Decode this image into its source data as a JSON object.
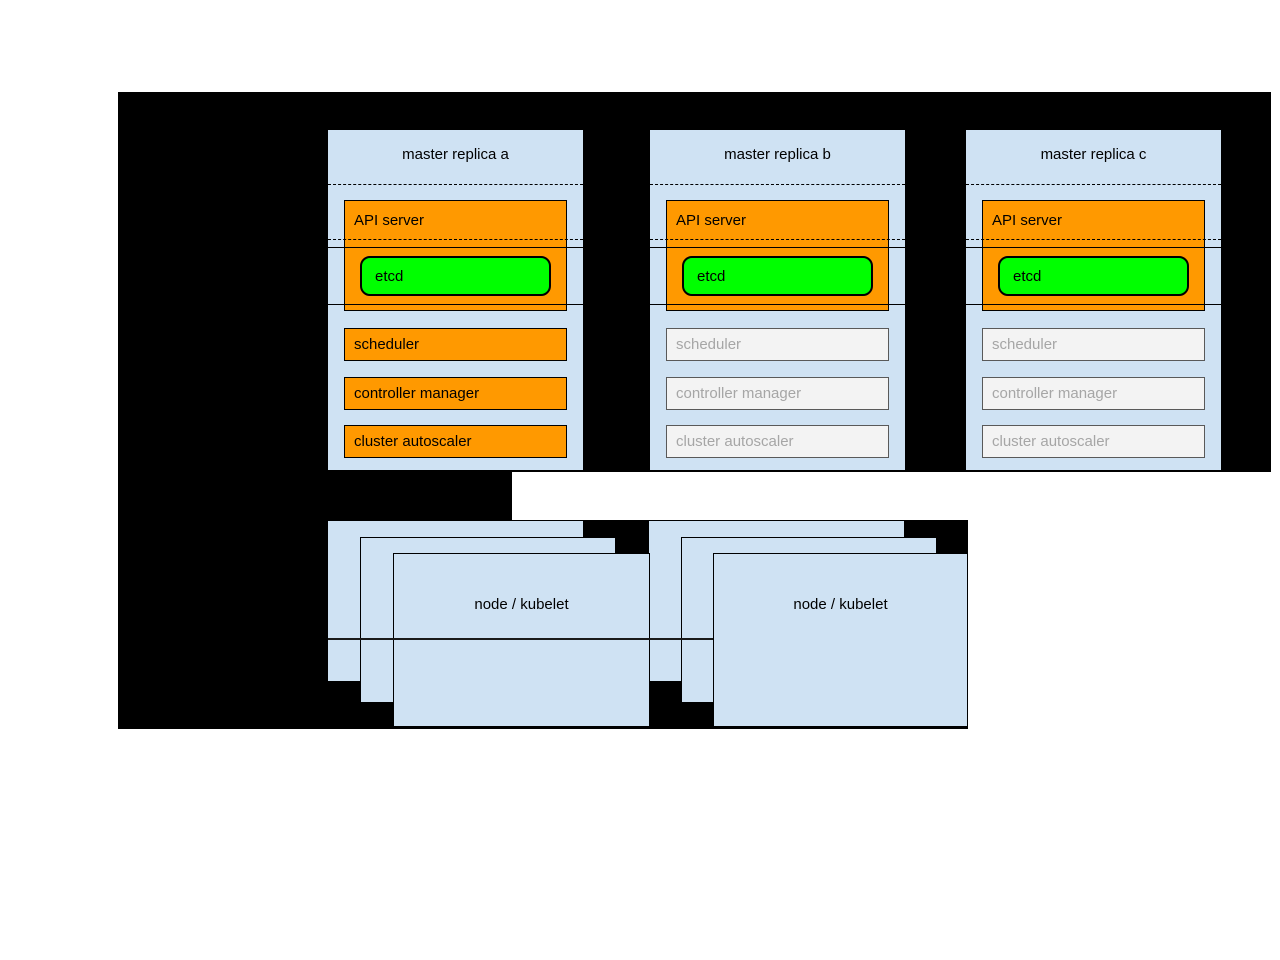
{
  "diagram": {
    "title_hint": "kubernetes-ha-masters-diagram",
    "labels": {
      "api_server": "API server",
      "etcd": "etcd",
      "scheduler": "scheduler",
      "controller_manager": "controller manager",
      "cluster_autoscaler": "cluster autoscaler"
    },
    "masters": [
      {
        "title": "master replica a",
        "components": {
          "api_server": "active",
          "etcd": "active",
          "scheduler": "active",
          "controller_manager": "active",
          "cluster_autoscaler": "active"
        }
      },
      {
        "title": "master replica b",
        "components": {
          "api_server": "active",
          "etcd": "active",
          "scheduler": "inactive",
          "controller_manager": "inactive",
          "cluster_autoscaler": "inactive"
        }
      },
      {
        "title": "master replica c",
        "components": {
          "api_server": "active",
          "etcd": "active",
          "scheduler": "inactive",
          "controller_manager": "inactive",
          "cluster_autoscaler": "inactive"
        }
      }
    ],
    "nodes": [
      {
        "label": "node / kubelet"
      },
      {
        "label": "node / kubelet"
      }
    ],
    "colors": {
      "panel_blue": "#cfe2f3",
      "active_orange": "#ff9900",
      "etcd_green": "#00ff00",
      "inactive_fill": "#f3f3f3",
      "inactive_text": "#a6a6a6",
      "inactive_border": "#595959",
      "backdrop_black": "#000000",
      "page_white": "#ffffff"
    }
  }
}
